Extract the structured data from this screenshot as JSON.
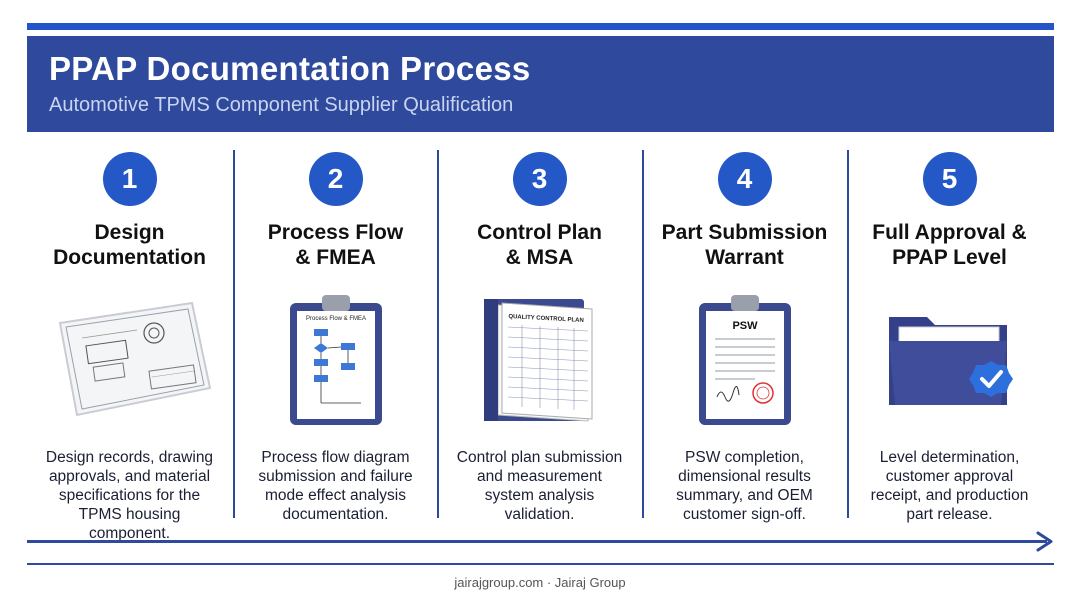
{
  "header": {
    "title": "PPAP Documentation Process",
    "subtitle": "Automotive TPMS Component Supplier Qualification"
  },
  "steps": [
    {
      "number": "1",
      "title_lines": [
        "Design",
        "Documentation"
      ],
      "desc_lines": [
        "Design records, drawing",
        "approvals, and material",
        "specifications for the",
        "TPMS housing",
        "component."
      ]
    },
    {
      "number": "2",
      "title_lines": [
        "Process Flow",
        "& FMEA"
      ],
      "clipboard_label": "Process Flow & FMEA",
      "desc_lines": [
        "Process flow diagram",
        "submission and failure",
        "mode effect analysis",
        "documentation."
      ]
    },
    {
      "number": "3",
      "title_lines": [
        "Control Plan",
        "& MSA"
      ],
      "binder_label": "QUALITY CONTROL PLAN",
      "desc_lines": [
        "Control plan submission",
        "and measurement",
        "system analysis",
        "validation."
      ]
    },
    {
      "number": "4",
      "title_lines": [
        "Part Submission",
        "Warrant"
      ],
      "clipboard_label": "PSW",
      "desc_lines": [
        "PSW completion,",
        "dimensional results",
        "summary, and OEM",
        "customer sign-off."
      ]
    },
    {
      "number": "5",
      "title_lines": [
        "Full Approval &",
        "PPAP Level"
      ],
      "desc_lines": [
        "Level determination,",
        "customer approval",
        "receipt, and production",
        "part release."
      ]
    }
  ],
  "footer": "jairajgroup.com · Jairaj Group",
  "colors": {
    "header_bg": "#2f4a9c",
    "accent": "#2458c6",
    "stripe": "#2454c9"
  }
}
